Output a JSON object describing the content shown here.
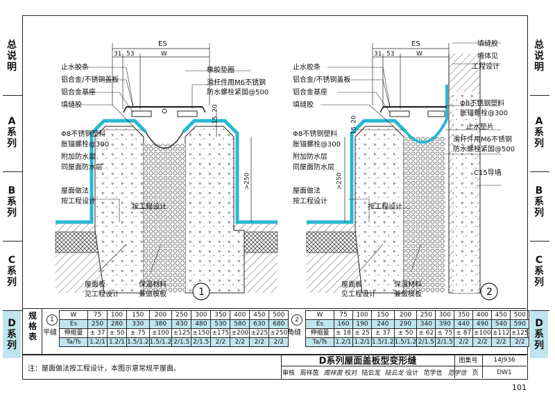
{
  "side_tabs": {
    "left": [
      {
        "chars": [
          "总",
          "说",
          "明"
        ]
      },
      {
        "chars": [
          "A",
          "系",
          "列"
        ]
      },
      {
        "chars": [
          "B",
          "系",
          "列"
        ]
      },
      {
        "chars": [
          "C",
          "系",
          "列"
        ]
      },
      {
        "chars": [
          "D",
          "系",
          "列"
        ],
        "highlight": true
      }
    ],
    "right": [
      {
        "chars": [
          "总",
          "说",
          "明"
        ]
      },
      {
        "chars": [
          "A",
          "系",
          "列"
        ]
      },
      {
        "chars": [
          "B",
          "系",
          "列"
        ]
      },
      {
        "chars": [
          "C",
          "系",
          "列"
        ]
      },
      {
        "chars": [
          "D",
          "系",
          "列"
        ],
        "highlight": true
      }
    ]
  },
  "drawing1": {
    "dims": {
      "es": "ES",
      "d31": "31",
      "d53": "53",
      "w": "W",
      "d15": "15",
      "d20": "20",
      "d250": ">250"
    },
    "labels_left": [
      "止水胶条",
      "铝合金/不锈钢盖板",
      "铝合金基座",
      "填缝胶",
      "Φ8不锈钢塑料",
      "胀锚螺栓@300",
      "附加防水层",
      "同屋面防水层",
      "屋面做法",
      "按工程设计"
    ],
    "labels_right": [
      "橡胶垫圈",
      "滑杆件用M6不锈钢",
      "防水螺栓紧固@500"
    ],
    "label_mid": "按工程设计",
    "labels_bottom": [
      "屋面板",
      "见工程设计",
      "保温材料",
      "兼做模板"
    ],
    "number": "1"
  },
  "drawing2": {
    "dims": {
      "es": "ES",
      "d31": "31",
      "d53": "53",
      "w": "W",
      "d15": "15",
      "d20": "20",
      "d250": ">250"
    },
    "labels_left": [
      "止水胶条",
      "铝合金/不锈钢盖板",
      "铝合金基座",
      "填缝胶",
      "Φ8不锈钢塑料",
      "胀锚螺栓@300",
      "附加防水层",
      "同屋面防水层",
      "屋面做法",
      "按工程设计"
    ],
    "labels_right": [
      "填缝胶",
      "墙体见",
      "工程设计",
      "Φ8不锈钢塑料",
      "胀锚螺栓@300",
      "止水垫片",
      "滑杆件用M6不锈钢",
      "防水螺栓紧固@500",
      "C15导墙"
    ],
    "label_mid": "按工程设计",
    "labels_bottom": [
      "屋面板",
      "见工程设计",
      "保温材料",
      "兼做模板"
    ],
    "number": "2"
  },
  "spec_table": {
    "title_chars": [
      "规",
      "格",
      "表"
    ],
    "table1": {
      "circle": "1",
      "type": "平缝",
      "rows": [
        {
          "head": "W",
          "cells": [
            "75",
            "100",
            "150",
            "200",
            "250",
            "300",
            "350",
            "400",
            "450",
            "500"
          ]
        },
        {
          "head": "Es",
          "cells": [
            "250",
            "280",
            "330",
            "380",
            "430",
            "480",
            "530",
            "580",
            "630",
            "680"
          ]
        },
        {
          "head": "伸缩量",
          "cells": [
            "± 37",
            "± 50",
            "± 75",
            "±100",
            "±125",
            "±150",
            "±175",
            "±200",
            "±225",
            "±250"
          ]
        },
        {
          "head": "Ta/Ts",
          "cells": [
            "1.2/1",
            "1.2/1",
            "1.5/1.2",
            "1.5/1.2",
            "2/1.5",
            "2/1.5",
            "2/2",
            "2/2",
            "2/2",
            "2/2"
          ]
        }
      ]
    },
    "table2": {
      "circle": "2",
      "type": "角缝",
      "rows": [
        {
          "head": "W",
          "cells": [
            "75",
            "100",
            "150",
            "200",
            "250",
            "300",
            "350",
            "400",
            "450",
            "500"
          ]
        },
        {
          "head": "Es",
          "cells": [
            "160",
            "190",
            "240",
            "290",
            "340",
            "390",
            "440",
            "490",
            "540",
            "590"
          ]
        },
        {
          "head": "伸缩量",
          "cells": [
            "± 18",
            "± 25",
            "± 37",
            "± 50",
            "± 62",
            "± 75",
            "± 87",
            "±100",
            "±112",
            "±125"
          ]
        },
        {
          "head": "Ta/Ts",
          "cells": [
            "1.2/1",
            "1.2/1",
            "1.5/1.2",
            "1.5/1.2",
            "2/1.5",
            "2/1.5",
            "2/2",
            "2/2",
            "2/2",
            "2/2"
          ]
        }
      ]
    }
  },
  "note": "注：屋面做法按工程设计，本图示意常规平屋面。",
  "title_block": {
    "title": "D系列屋面盖板型变形缝",
    "atlas_label": "图集号",
    "atlas_no": "14J936",
    "review_label": "审核",
    "review_name": "周祥茵",
    "review_sign": "周祥茵",
    "check_label": "校对",
    "check_name": "陆云龙",
    "check_sign": "陆云龙",
    "design_label": "设计",
    "design_name": "范学信",
    "design_sign": "范学信",
    "page_label": "页",
    "page_no": "DW1"
  },
  "page_number": "101",
  "colors": {
    "accent": "#bfe6ee",
    "membrane": "#29b7d3",
    "line": "#111111"
  }
}
